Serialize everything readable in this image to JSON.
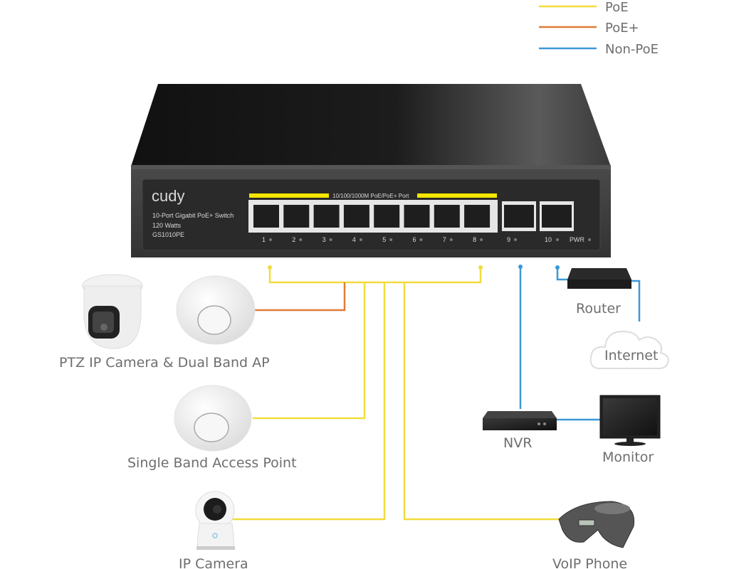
{
  "legend": [
    {
      "label": "PoE",
      "color": "#f2dc3c"
    },
    {
      "label": "PoE+",
      "color": "#e07b39"
    },
    {
      "label": "Non-PoE",
      "color": "#3a98d8"
    }
  ],
  "switch": {
    "brand": "cudy",
    "description": "10-Port Gigabit PoE+ Switch",
    "power": "120 Watts",
    "model": "GS1010PE",
    "poe_port_group_label": "10/100/1000M PoE/PoE+ Port",
    "ports": [
      "1",
      "2",
      "3",
      "4",
      "5",
      "6",
      "7",
      "8",
      "9",
      "10"
    ],
    "power_led_label": "PWR"
  },
  "devices": {
    "ptz_ap": "PTZ IP Camera & Dual Band AP",
    "single_ap": "Single Band Access Point",
    "ip_camera": "IP Camera",
    "voip_phone": "VoIP Phone",
    "nvr": "NVR",
    "monitor": "Monitor",
    "router": "Router",
    "internet": "Internet"
  }
}
